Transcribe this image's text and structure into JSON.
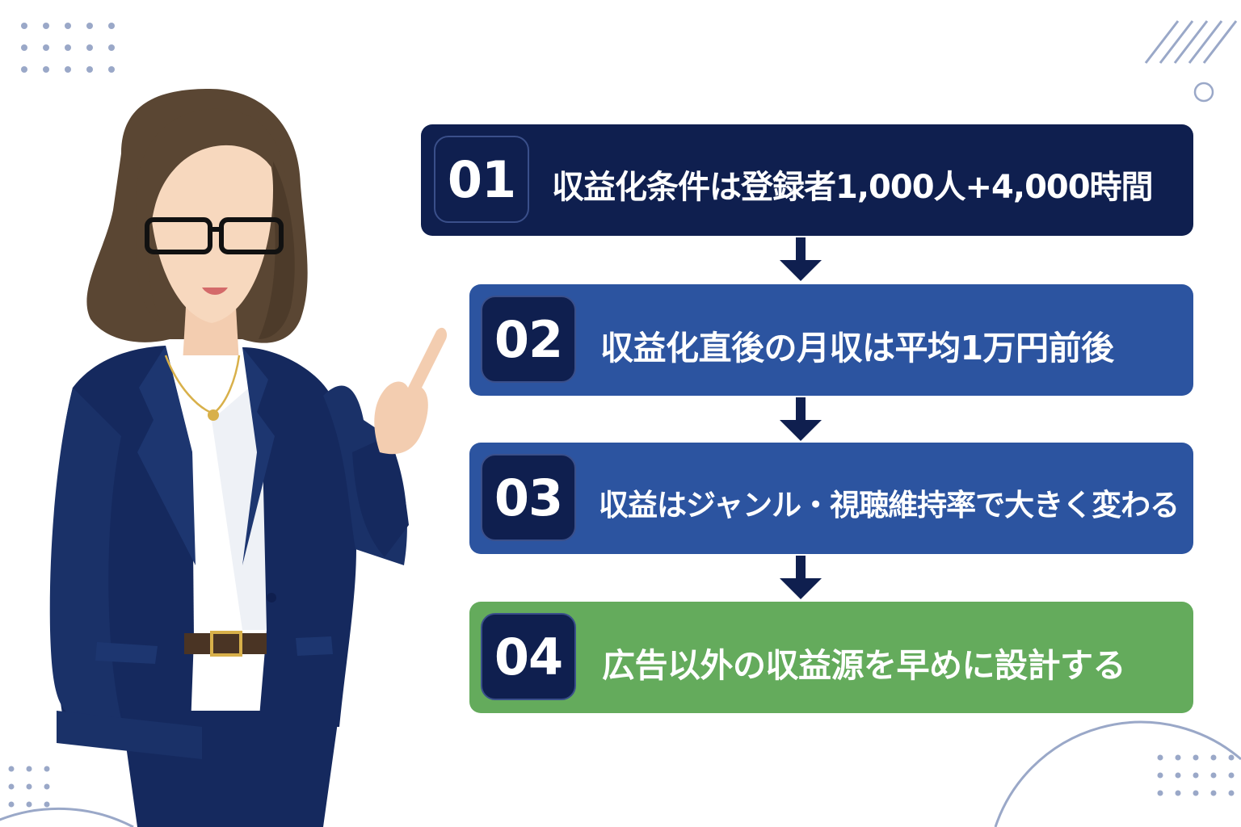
{
  "colors": {
    "step1": "#0f1f4f",
    "step2": "#2c54a0",
    "step3": "#2c54a0",
    "step4": "#64ab5c",
    "badge": "#0f1f4f",
    "arrow": "#0f1f4f",
    "suit": "#15295e",
    "decor": "#9aa8c8"
  },
  "steps": [
    {
      "number": "01",
      "text": "収益化条件は登録者1,000人+4,000時間"
    },
    {
      "number": "02",
      "text": "収益化直後の月収は平均1万円前後"
    },
    {
      "number": "03",
      "text": "収益はジャンル・視聴維持率で大きく変わる"
    },
    {
      "number": "04",
      "text": "広告以外の収益源を早めに設計する"
    }
  ],
  "illustration": {
    "icon": "businesswoman-pointing-illustration"
  },
  "arrow_icon": "arrow-down-icon"
}
